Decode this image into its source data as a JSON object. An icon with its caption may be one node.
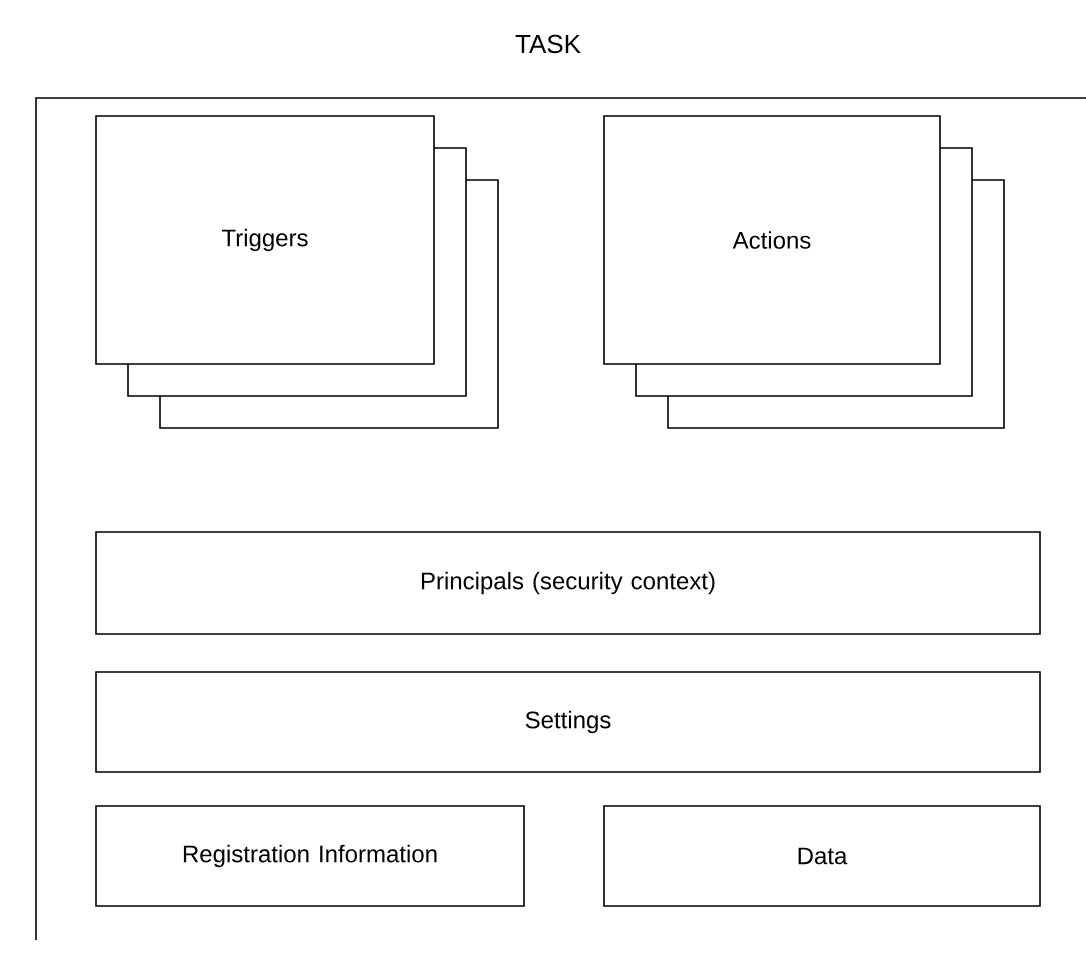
{
  "diagram": {
    "nodes": [
      {
        "text": [
          "TASK"
        ]
      },
      {
        "text": [
          "Triggers"
        ],
        "in": 0
      },
      {
        "text": [
          "Actions"
        ],
        "in": 0
      },
      {
        "text": [
          "Principals (security context)"
        ],
        "in": 0
      },
      {
        "text": [
          "Settings"
        ],
        "in": 0
      },
      {
        "text": [
          "Registration Information"
        ],
        "in": 0
      },
      {
        "text": [
          "Data"
        ],
        "in": 0
      }
    ]
  }
}
